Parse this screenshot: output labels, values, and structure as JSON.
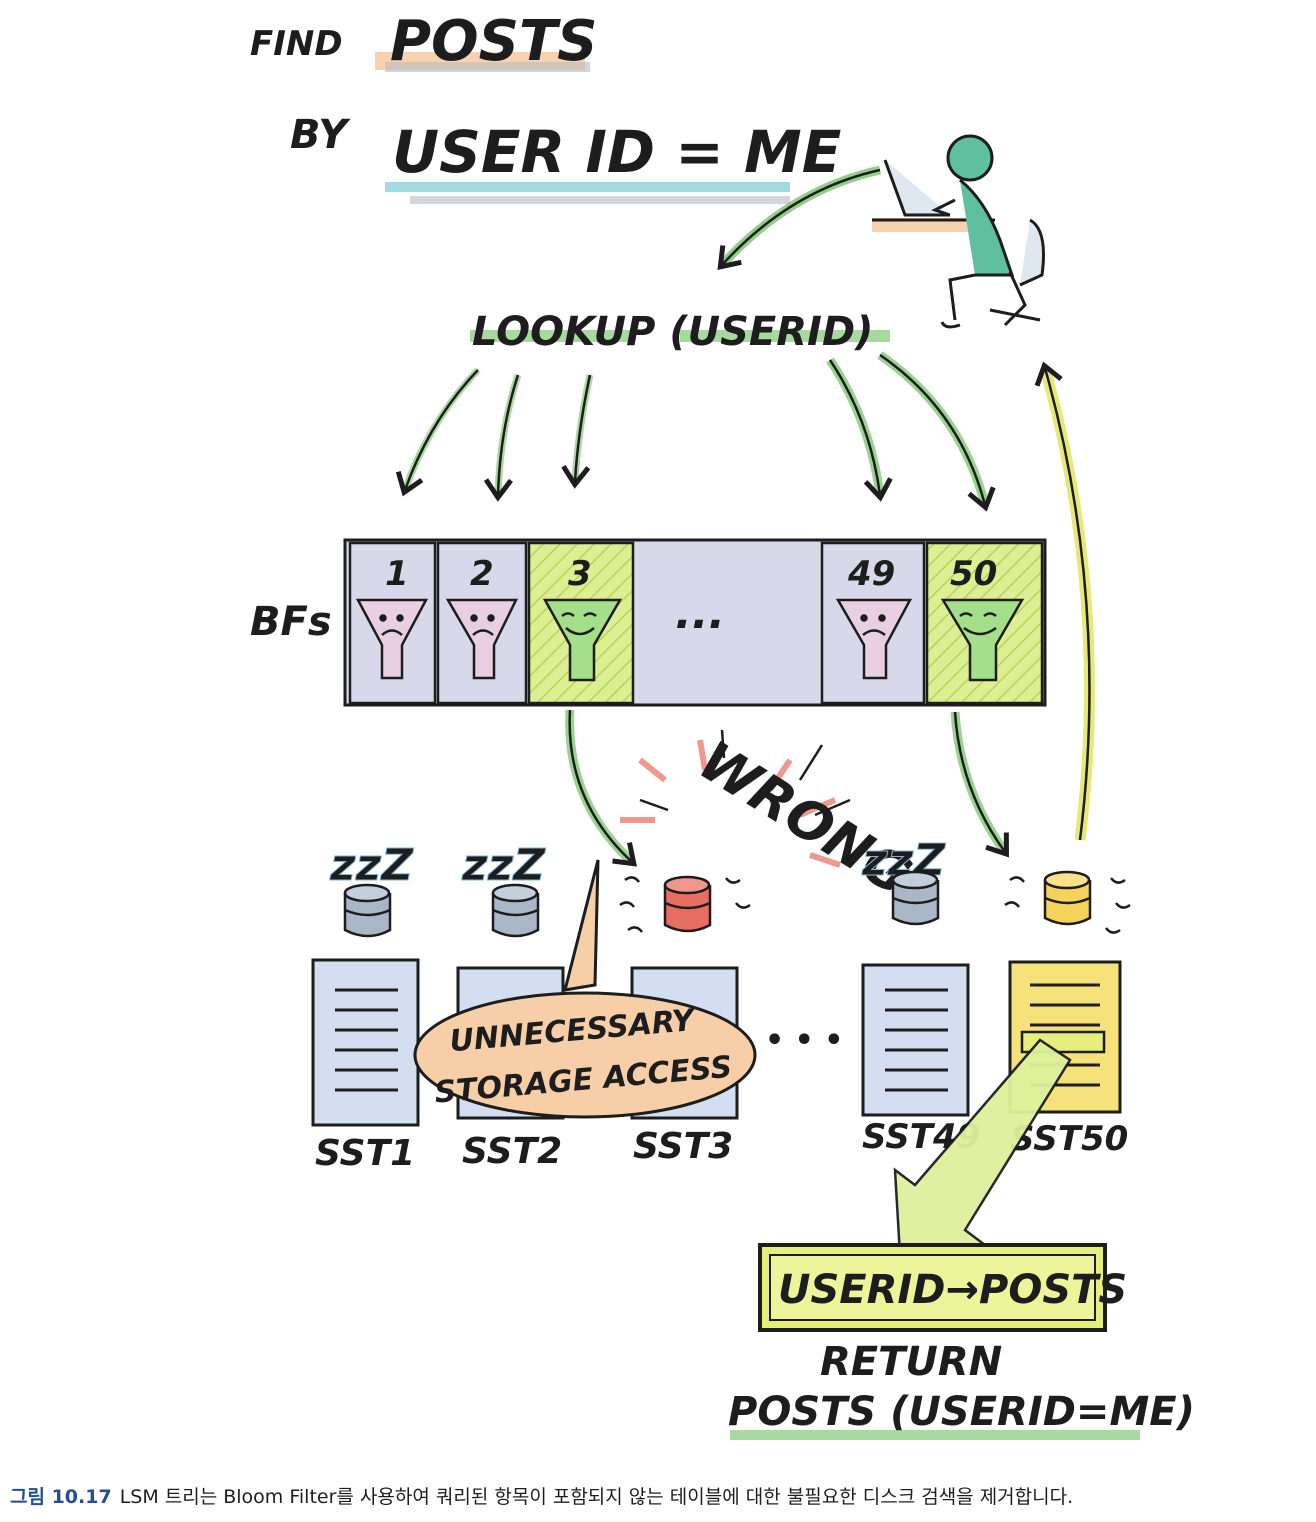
{
  "title": {
    "line1_prefix": "FIND",
    "line1_main": "POSTS",
    "line2_prefix": "BY",
    "line2_main": "USER ID = ME"
  },
  "lookup_label": "LOOKUP (USERID)",
  "bf_label": "BFs",
  "bloom_filters": [
    {
      "label": "1",
      "state": "sad",
      "highlighted": false
    },
    {
      "label": "2",
      "state": "sad",
      "highlighted": false
    },
    {
      "label": "3",
      "state": "happy",
      "highlighted": true
    },
    {
      "label": "...",
      "state": "ellipsis",
      "highlighted": false
    },
    {
      "label": "49",
      "state": "sad",
      "highlighted": false
    },
    {
      "label": "50",
      "state": "happy",
      "highlighted": true
    }
  ],
  "sleep_marks": [
    "zzZ",
    "zzZ",
    "zzZ"
  ],
  "wrong_label": "WRONG",
  "callout": {
    "line1": "UNNECESSARY",
    "line2": "STORAGE ACCESS"
  },
  "sst_labels": [
    "SST1",
    "SST2",
    "SST3",
    "SST49",
    "SST50"
  ],
  "sst_ellipsis": "• • •",
  "result_box": "USERID→POSTS",
  "return_line1": "RETURN",
  "return_line2": "POSTS (USERID=ME)",
  "caption": {
    "figure_label": "그림 10.17",
    "text": "LSM 트리는 Bloom Filter를 사용하여 쿼리된 항목이 포함되지 않는 테이블에 대한 불필요한 디스크 검색을 제거합니다."
  },
  "colors": {
    "green_arrow": "#6fbf63",
    "yellow_arrow": "#e6e66a",
    "bf_box": "#d7d8ea",
    "bf_highlight": "#d9ec8f",
    "funnel": "#e9cfe4",
    "disk_gray": "#a9b7c9",
    "disk_red": "#e66e62",
    "disk_yellow": "#f3d35a",
    "sst_blue": "#d3dff0",
    "sst_yellow": "#f6e27a",
    "callout": "#f6cfa8",
    "result": "#e7ee7d",
    "figure_label": "#23508a"
  }
}
